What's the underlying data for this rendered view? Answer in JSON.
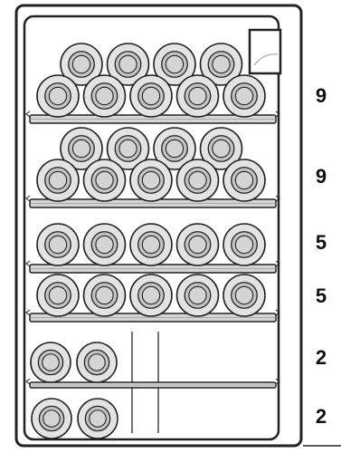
{
  "colors": {
    "outline": "#222222",
    "bottle_fill": "#e3e3e3",
    "bottle_ring": "#c4c4c4",
    "shelf_fill": "#d6d6d6",
    "cabinet_fill": "#ffffff"
  },
  "icons": {
    "bottle": "bottle-end-icon",
    "display_panel": "control-panel-icon"
  },
  "shelves": [
    {
      "count": "9",
      "bottle_layout": [
        4,
        5
      ]
    },
    {
      "count": "9",
      "bottle_layout": [
        4,
        5
      ]
    },
    {
      "count": "5",
      "bottle_layout": [
        5
      ]
    },
    {
      "count": "5",
      "bottle_layout": [
        5
      ]
    },
    {
      "count": "2",
      "bottle_layout": [
        2
      ]
    },
    {
      "count": "2",
      "bottle_layout": [
        2
      ]
    }
  ]
}
